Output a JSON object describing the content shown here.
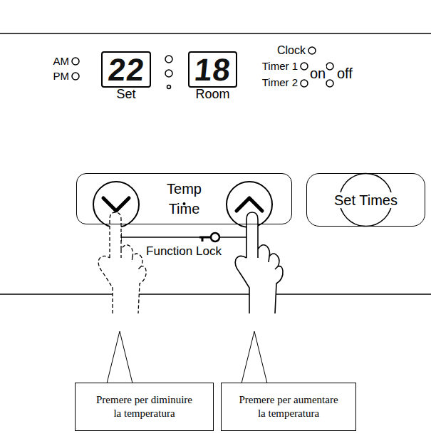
{
  "diagram": {
    "nodes": [
      {
        "text": [
          "22",
          "Set"
        ]
      },
      {
        "text": [
          "18",
          "Room"
        ]
      },
      {
        "text": [
          "Temp",
          "Time"
        ]
      },
      {
        "text": [
          "Set Times"
        ]
      },
      {
        "text": [
          "Premere per diminuire la temperatura"
        ]
      },
      {
        "text": [
          "Premere per aumentare la temperatura"
        ]
      }
    ],
    "labels": [
      "AM",
      "PM",
      "Clock",
      "Timer 1",
      "Timer 2",
      "on",
      "off",
      "Function Lock"
    ]
  }
}
